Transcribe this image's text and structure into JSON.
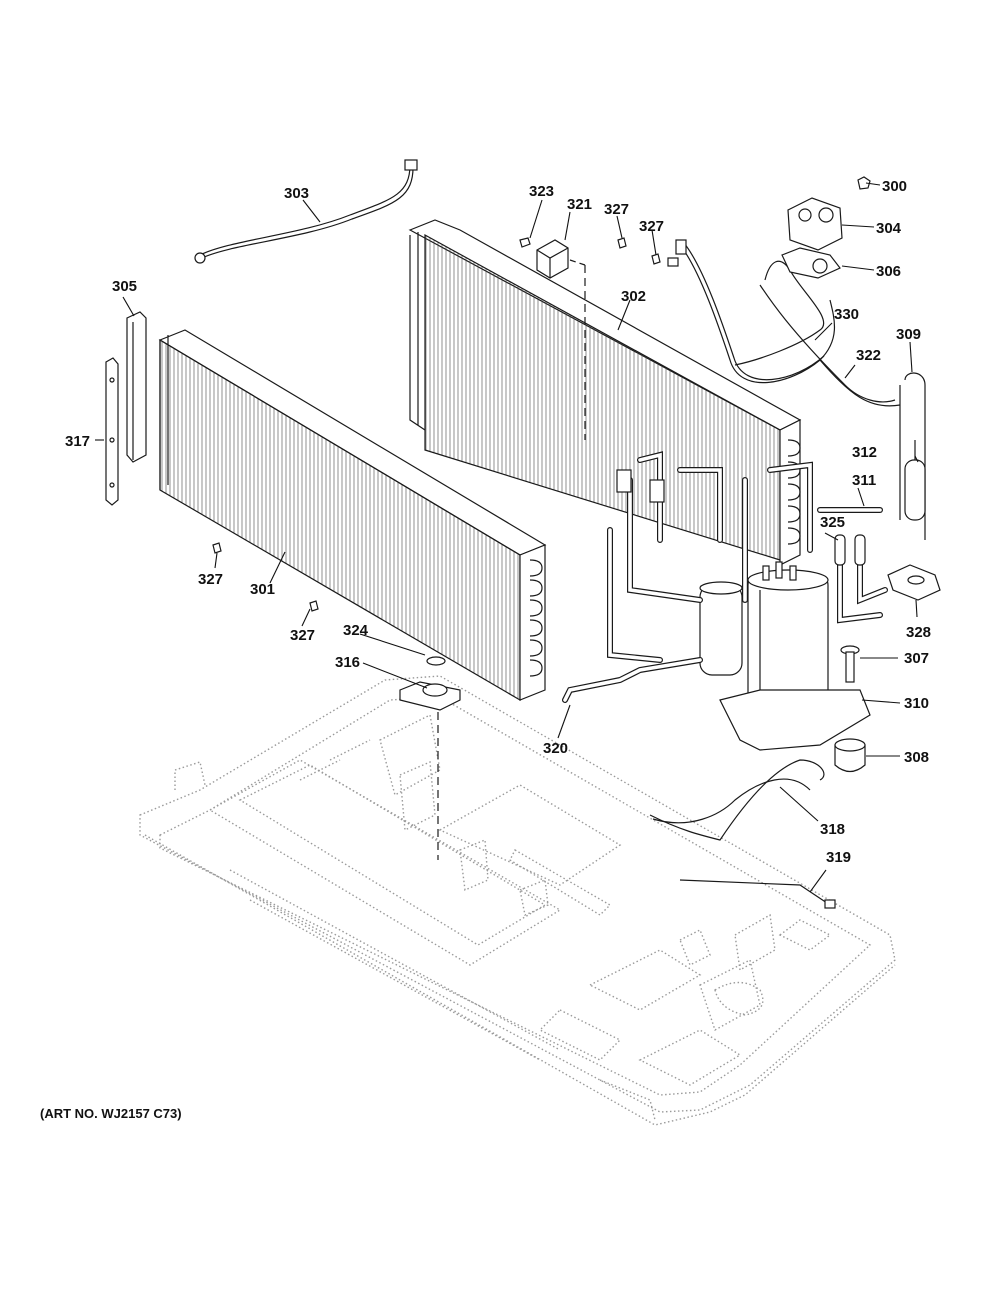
{
  "footer": {
    "art_number": "(ART NO. WJ2157 C73)"
  },
  "part_labels": [
    "300",
    "301",
    "302",
    "303",
    "304",
    "305",
    "306",
    "307",
    "308",
    "309",
    "310",
    "311",
    "312",
    "316",
    "317",
    "318",
    "319",
    "320",
    "321",
    "322",
    "323",
    "324",
    "325",
    "327",
    "327",
    "327",
    "327",
    "328",
    "330"
  ]
}
